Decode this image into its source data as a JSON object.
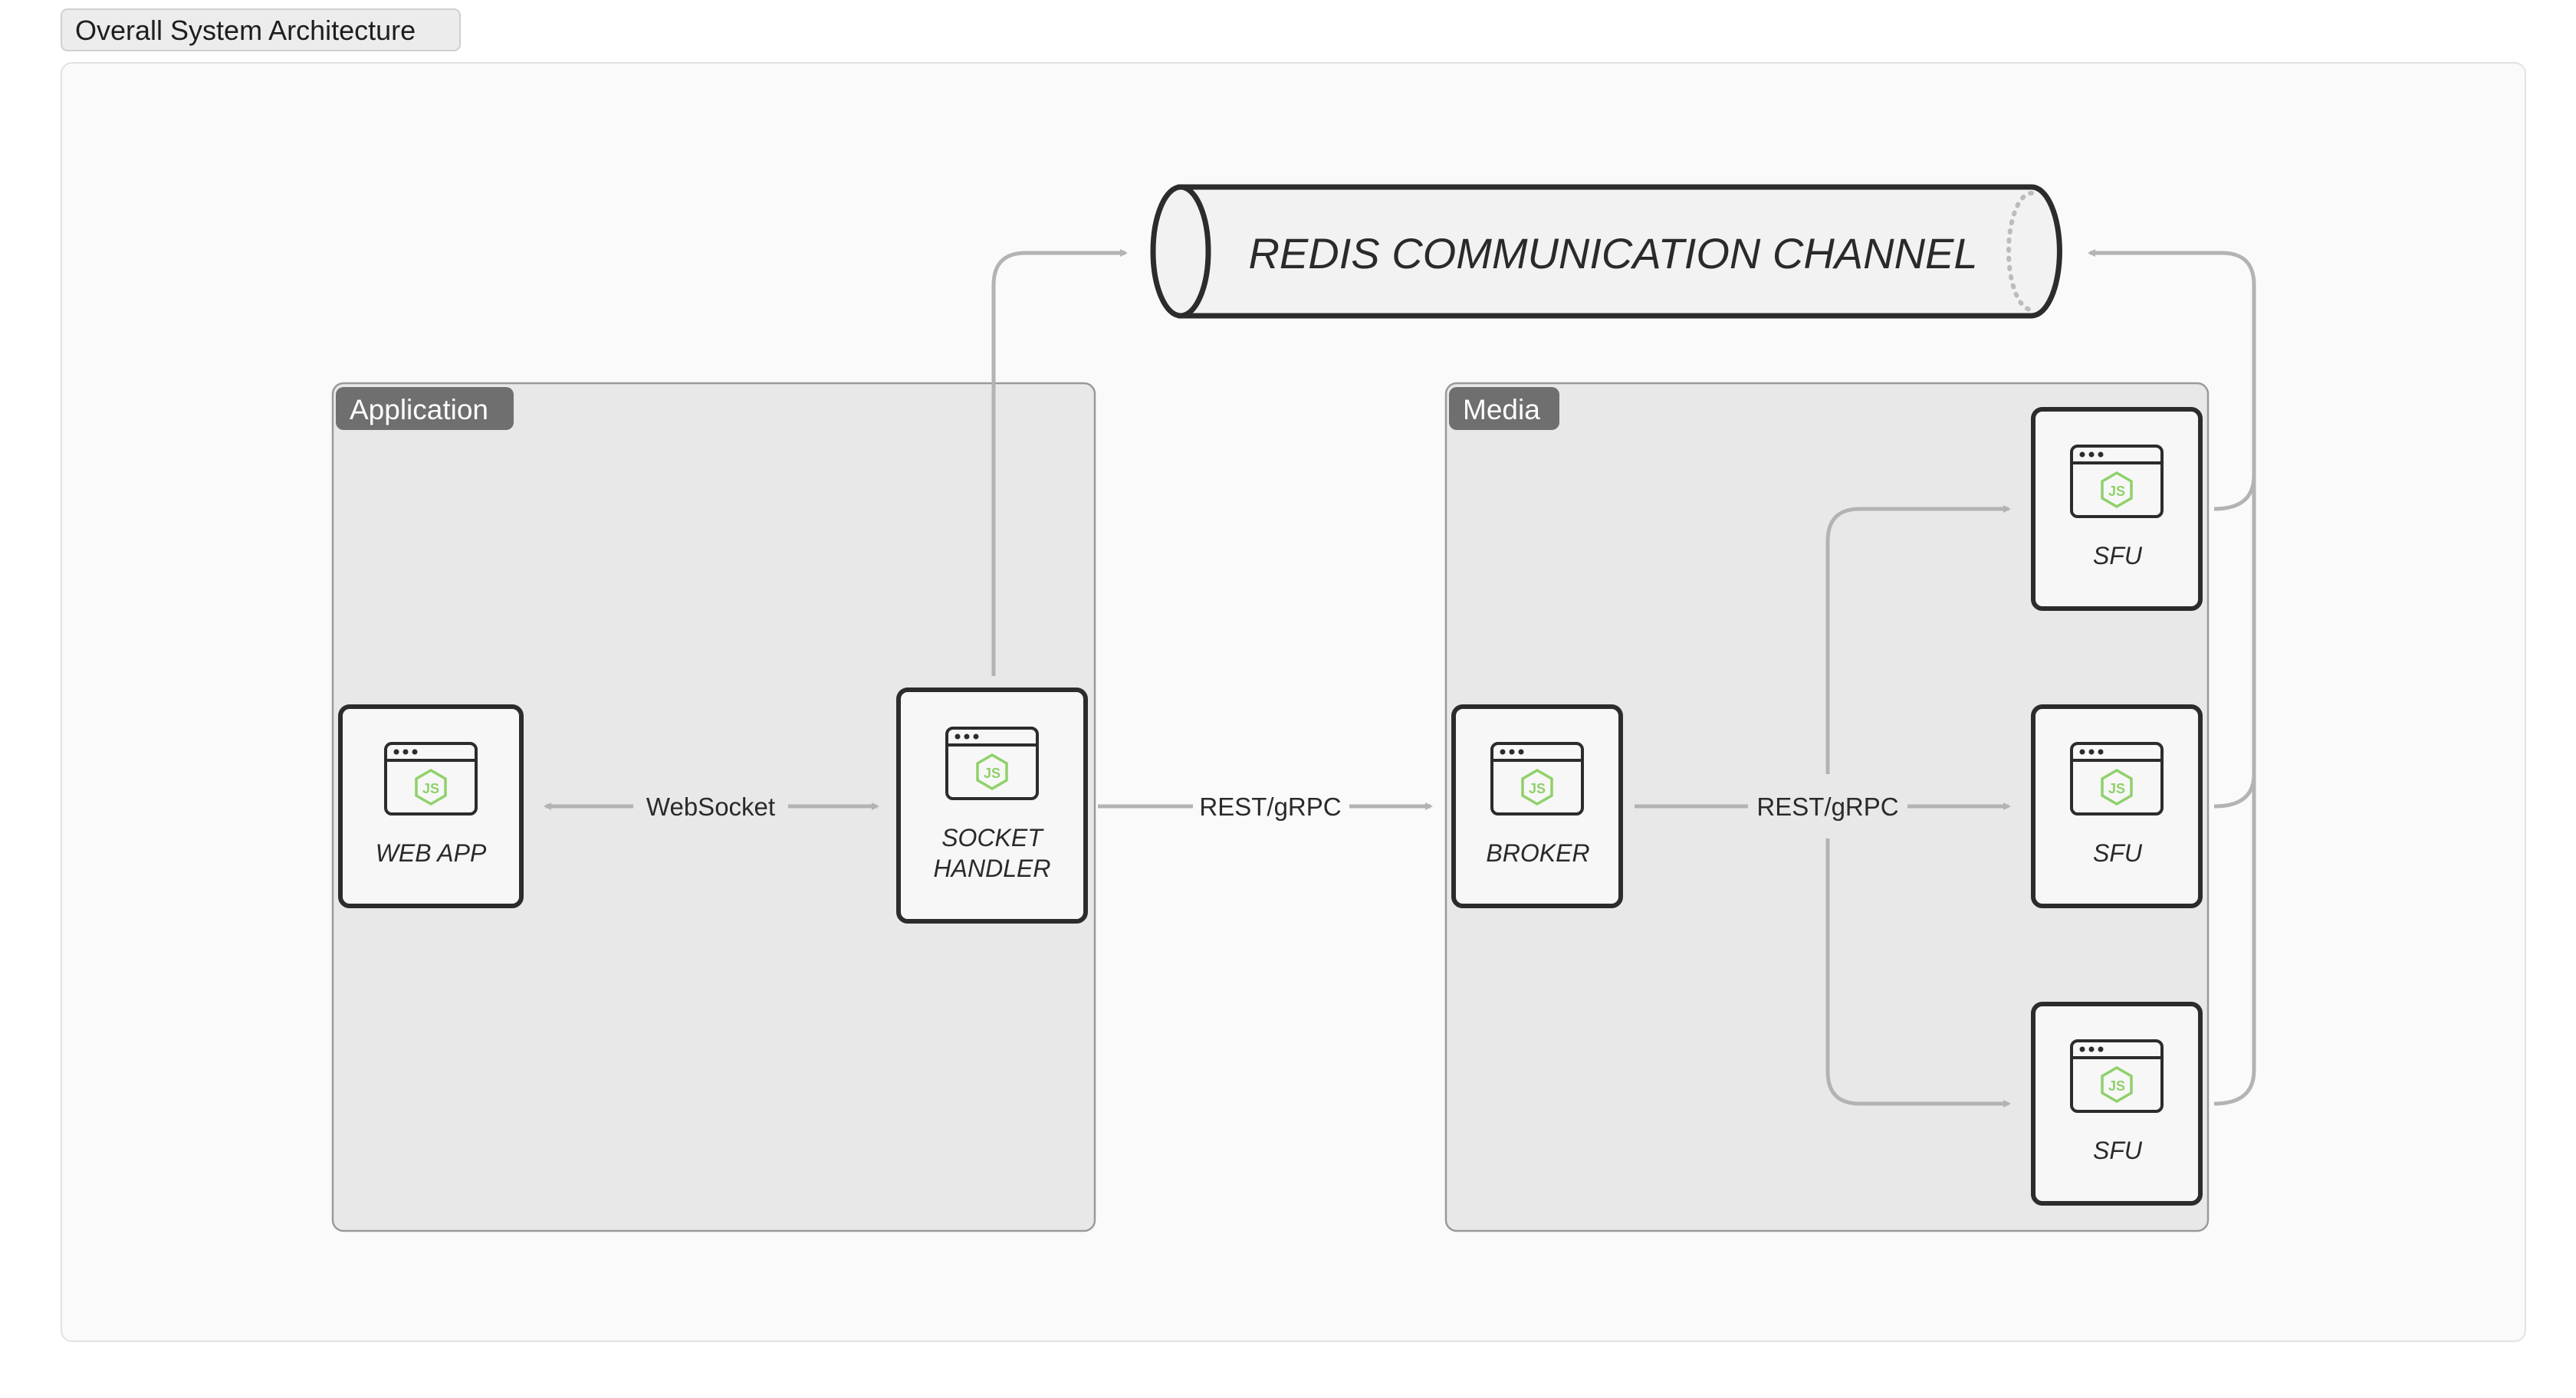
{
  "page": {
    "title_tab": "Overall System Architecture"
  },
  "channel": {
    "label": "REDIS COMMUNICATION CHANNEL"
  },
  "groups": {
    "application": "Application",
    "media": "Media"
  },
  "nodes": {
    "web_app": "WEB APP",
    "socket_handler_line1": "SOCKET",
    "socket_handler_line2": "HANDLER",
    "broker": "BROKER",
    "sfu_top": "SFU",
    "sfu_middle": "SFU",
    "sfu_bottom": "SFU"
  },
  "edges": {
    "websocket": "WebSocket",
    "rest_grpc_app_to_media": "REST/gRPC",
    "rest_grpc_broker_to_sfu": "REST/gRPC"
  },
  "icons": {
    "node_icon": "nodejs-browser-window-icon"
  },
  "colors": {
    "canvas_bg": "#fafafa",
    "group_bg": "#e8e8e8",
    "group_border": "#9a9a9a",
    "group_tab": "#6f6f6f",
    "node_fill": "#f7f7f7",
    "node_border": "#2c2c2c",
    "arrow": "#b3b3b3",
    "nodejs_green": "#8fd16a",
    "text": "#2a2a2a"
  }
}
